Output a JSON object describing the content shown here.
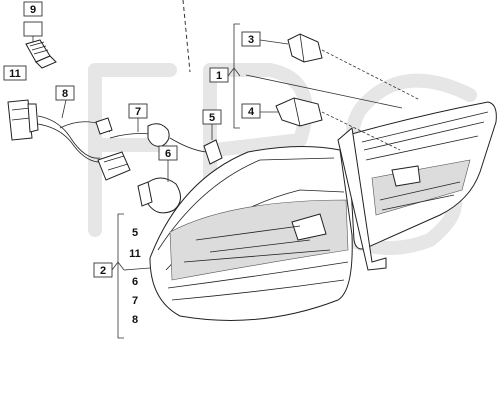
{
  "callouts": {
    "c1": "1",
    "c2": "2",
    "c3": "3",
    "c4": "4",
    "c5": "5",
    "c6": "6",
    "c7": "7",
    "c8": "8",
    "c9": "9",
    "c11": "11"
  },
  "group2_list": [
    "5",
    "11",
    "6",
    "7",
    "8"
  ]
}
